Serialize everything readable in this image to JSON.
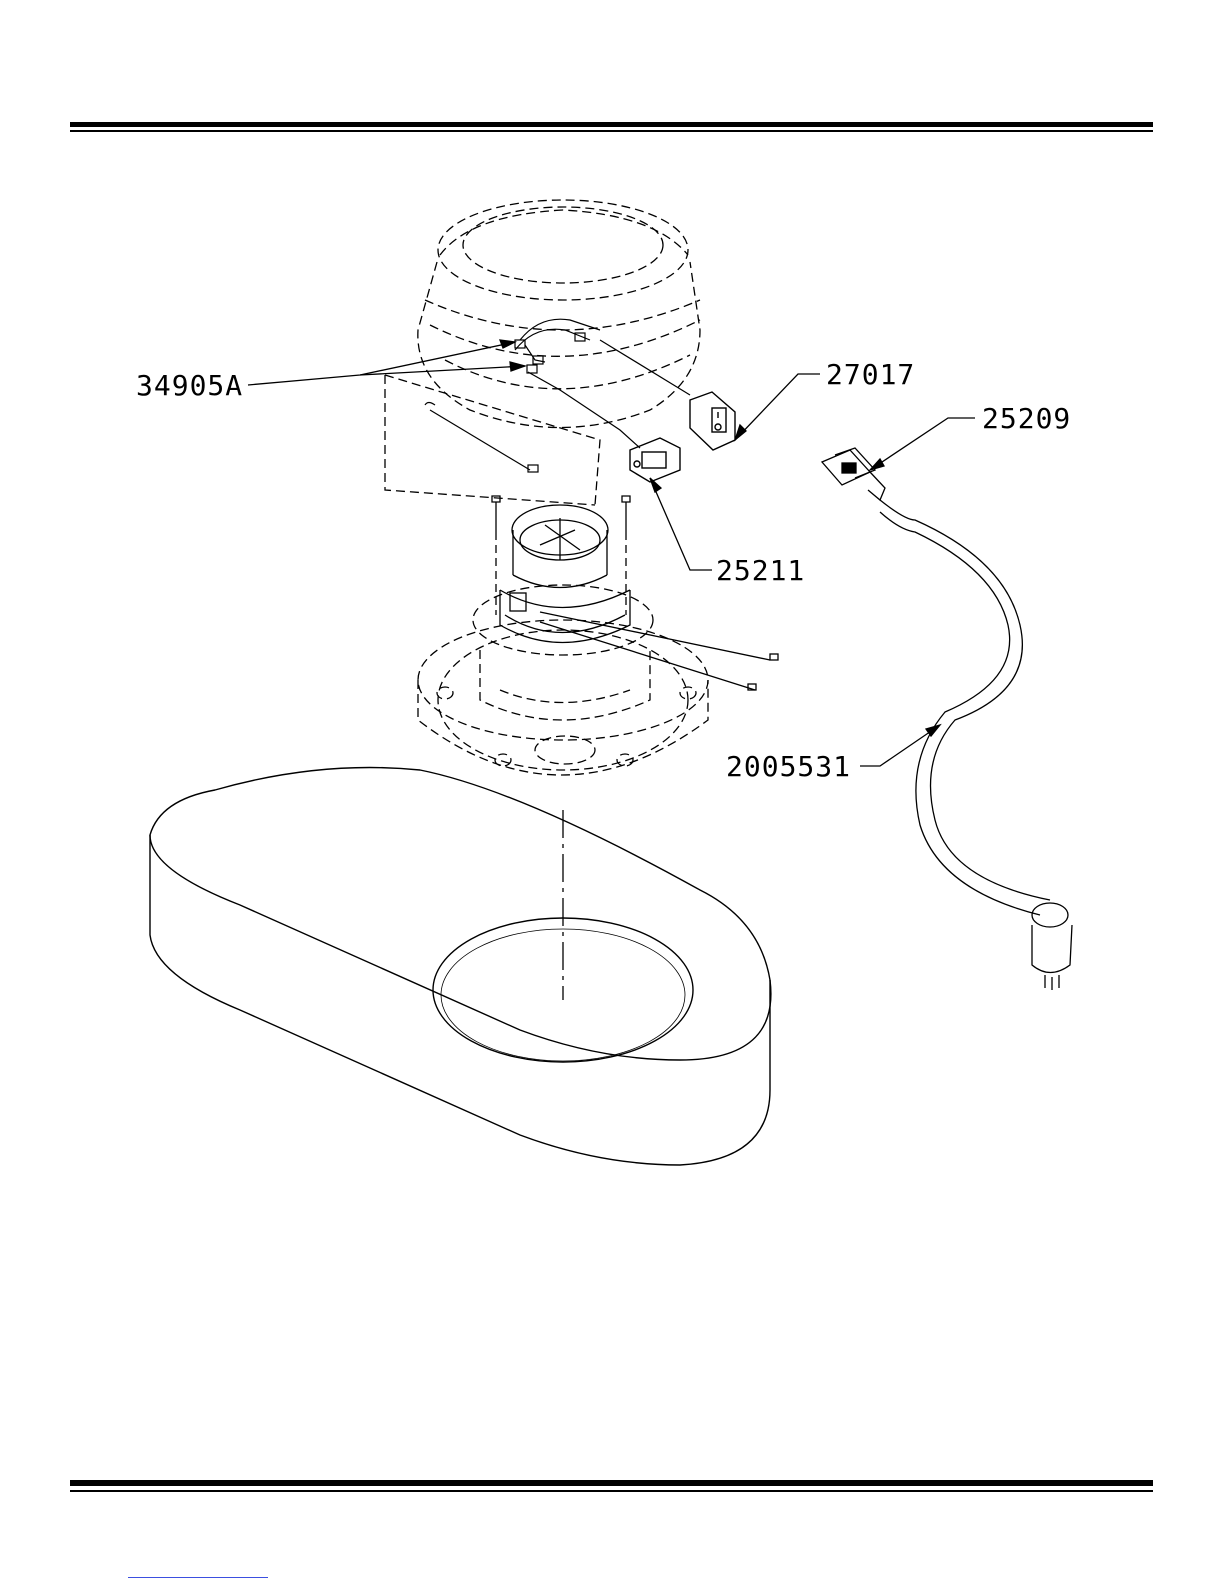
{
  "callouts": {
    "wire_harness": "34905A",
    "rocker_switch": "27017",
    "power_plug_connector": "25209",
    "power_inlet": "25211",
    "power_cord": "2005531"
  }
}
